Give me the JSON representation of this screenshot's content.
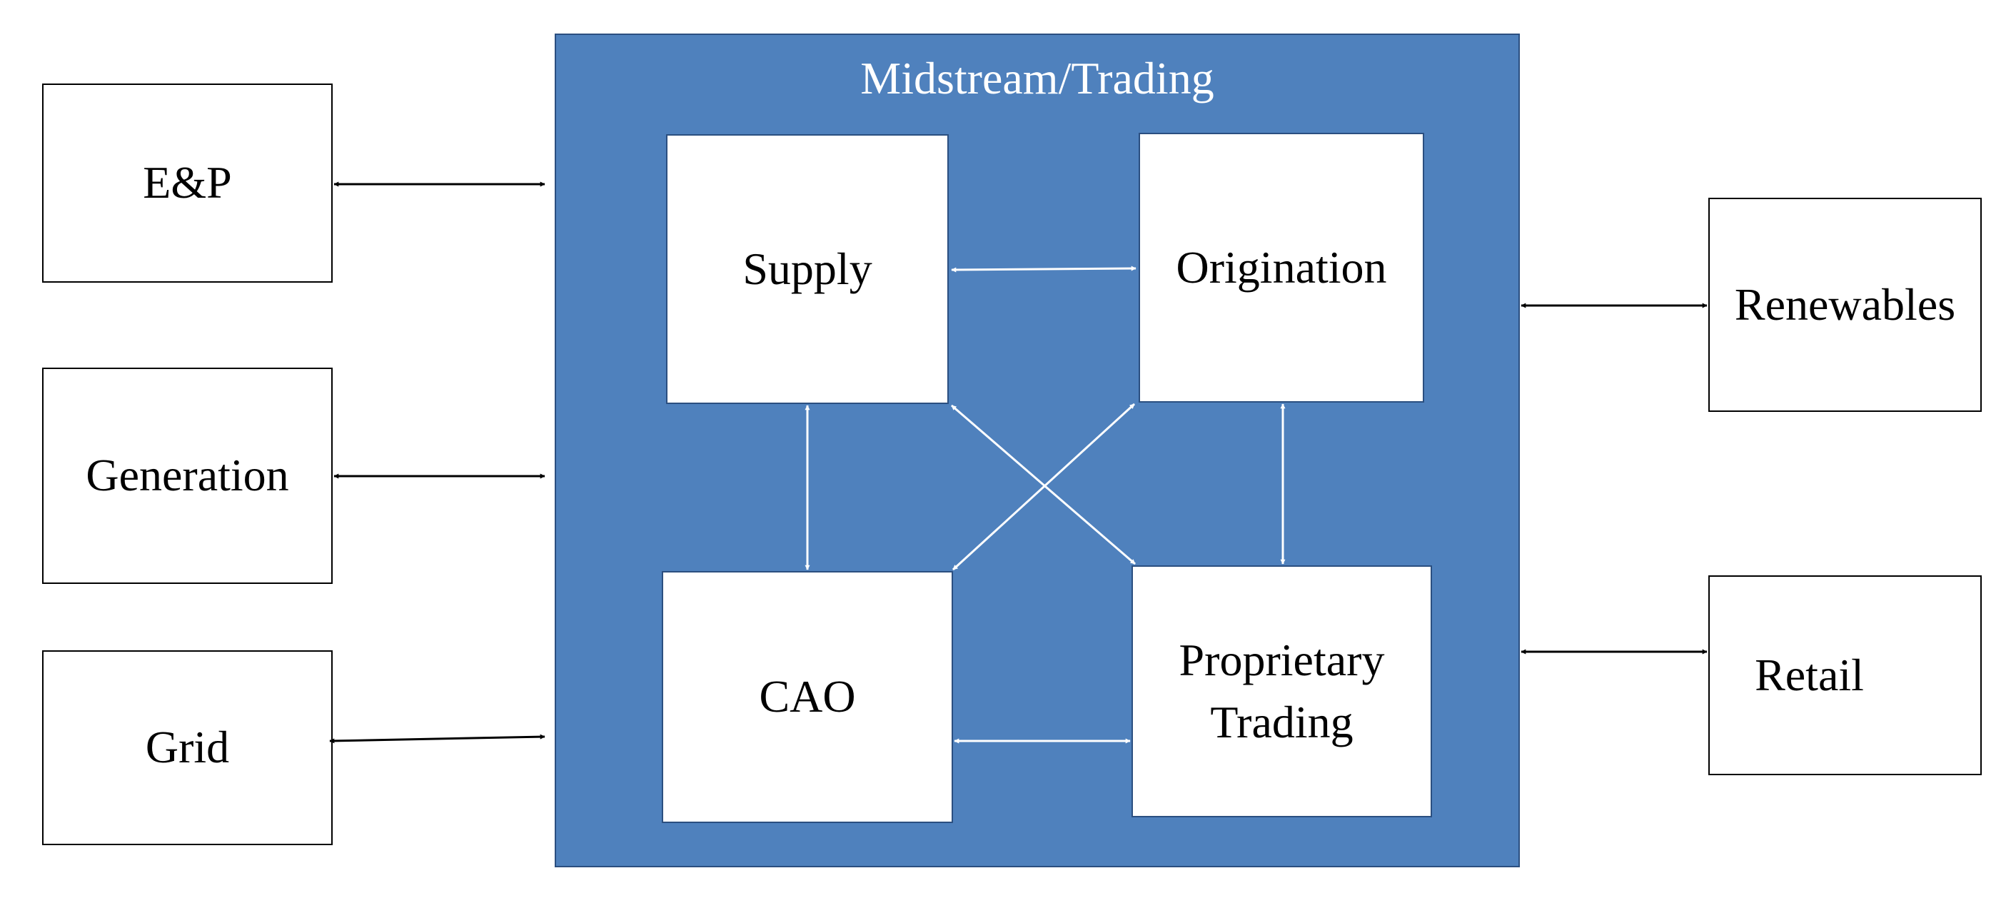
{
  "colors": {
    "container_fill": "#4f81bd",
    "container_text": "#ffffff",
    "box_fill": "#ffffff",
    "external_arrow": "#000000",
    "internal_arrow": "#ffffff"
  },
  "container": {
    "title": "Midstream/Trading"
  },
  "inner_nodes": {
    "supply": "Supply",
    "origination": "Origination",
    "cao": "CAO",
    "proprietary_trading_line1": "Proprietary",
    "proprietary_trading_line2": "Trading"
  },
  "left_nodes": {
    "ep": "E&P",
    "generation": "Generation",
    "grid": "Grid"
  },
  "right_nodes": {
    "renewables": "Renewables",
    "retail": "Retail"
  },
  "edges": [
    {
      "from": "E&P",
      "to": "Midstream/Trading",
      "direction": "bidirectional"
    },
    {
      "from": "Generation",
      "to": "Midstream/Trading",
      "direction": "bidirectional"
    },
    {
      "from": "Grid",
      "to": "Midstream/Trading",
      "direction": "bidirectional"
    },
    {
      "from": "Midstream/Trading",
      "to": "Renewables",
      "direction": "bidirectional"
    },
    {
      "from": "Midstream/Trading",
      "to": "Retail",
      "direction": "bidirectional"
    },
    {
      "from": "Supply",
      "to": "Origination",
      "direction": "bidirectional"
    },
    {
      "from": "Supply",
      "to": "CAO",
      "direction": "bidirectional"
    },
    {
      "from": "Origination",
      "to": "Proprietary Trading",
      "direction": "bidirectional"
    },
    {
      "from": "CAO",
      "to": "Proprietary Trading",
      "direction": "bidirectional"
    },
    {
      "from": "Supply",
      "to": "Proprietary Trading",
      "direction": "bidirectional"
    },
    {
      "from": "Origination",
      "to": "CAO",
      "direction": "bidirectional"
    }
  ]
}
